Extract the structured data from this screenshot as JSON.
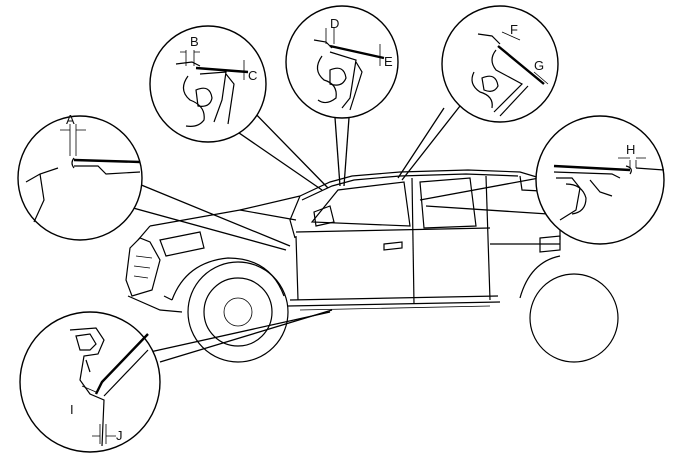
{
  "labels": {
    "a": "A",
    "b": "B",
    "c": "C",
    "d": "D",
    "e": "E",
    "f": "F",
    "g": "G",
    "h": "H",
    "i": "I",
    "j": "J"
  }
}
